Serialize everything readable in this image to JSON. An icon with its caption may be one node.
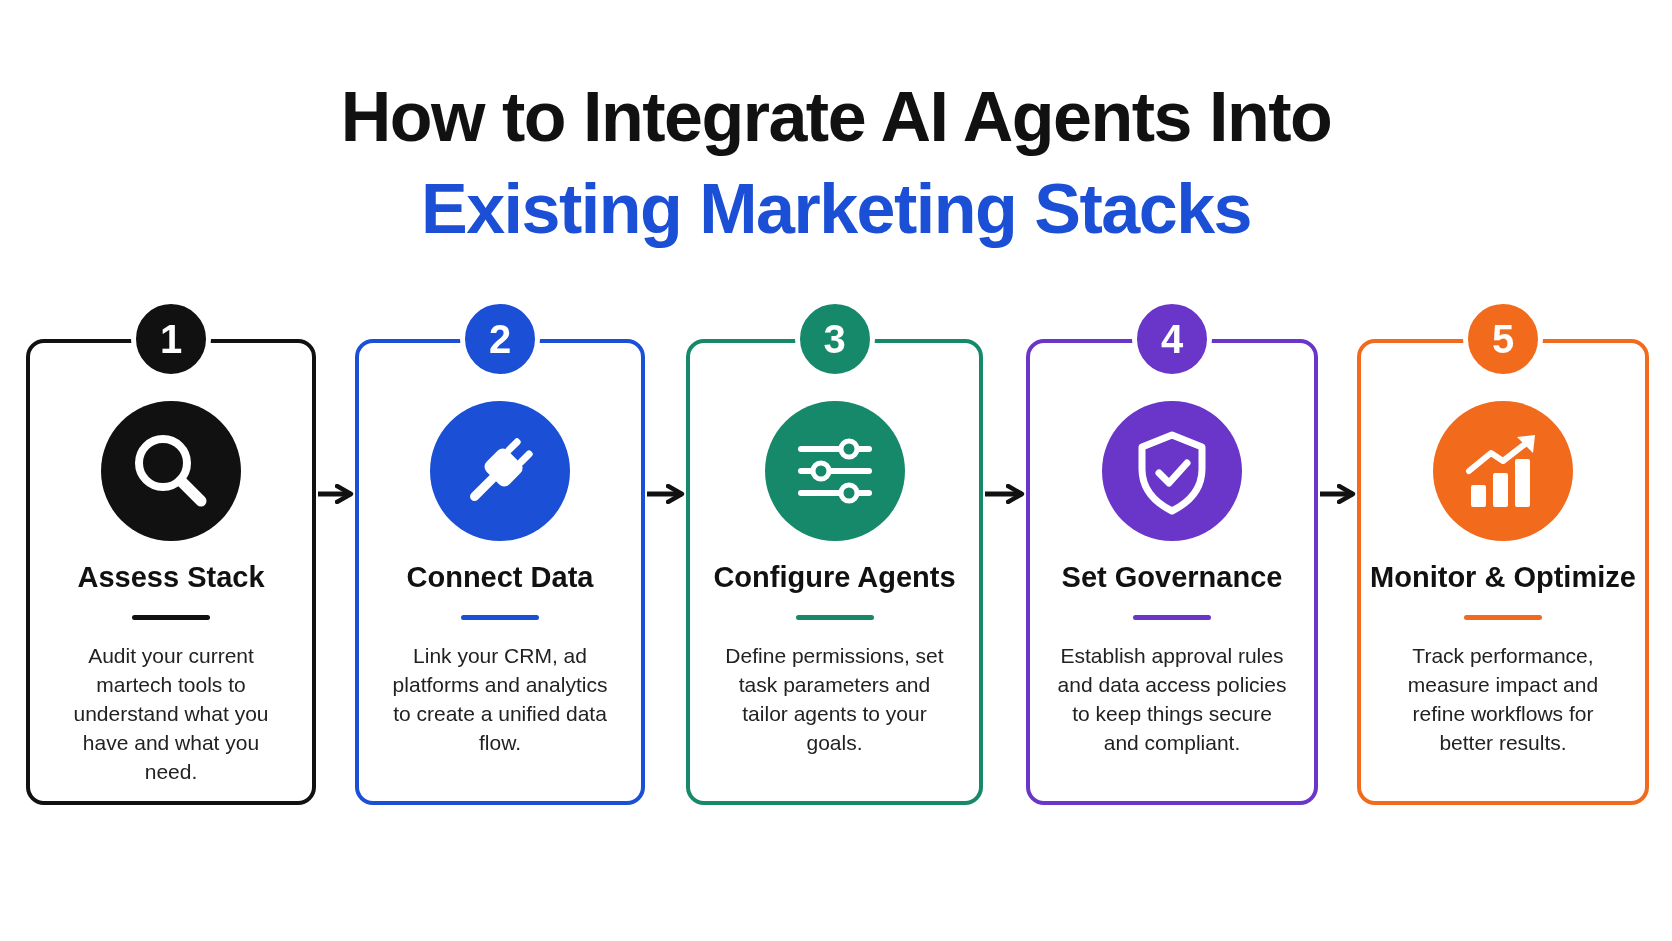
{
  "diagram": {
    "title": "How to Integrate AI Agents Into",
    "labels": [
      "Existing Marketing Stacks"
    ],
    "nodes": [
      {
        "text": [
          "1",
          "Assess Stack",
          "Audit your current martech tools to understand what you have and what you need."
        ]
      },
      {
        "text": [
          "2",
          "Connect Data",
          "Link your CRM, ad platforms and analytics to create a unified data flow."
        ]
      },
      {
        "text": [
          "3",
          "Configure Agents",
          "Define permissions, set task parameters and tailor agents to your goals."
        ]
      },
      {
        "text": [
          "4",
          "Set Governance",
          "Establish approval rules and data access policies to keep things secure and compliant."
        ]
      },
      {
        "text": [
          "5",
          "Monitor & Optimize",
          "Track performance, measure impact and refine workflows for better results."
        ]
      }
    ],
    "edges": [
      {
        "from": 0,
        "to": 1,
        "arrow": "to"
      },
      {
        "from": 1,
        "to": 2,
        "arrow": "to"
      },
      {
        "from": 2,
        "to": 3,
        "arrow": "to"
      },
      {
        "from": 3,
        "to": 4,
        "arrow": "to"
      }
    ]
  }
}
